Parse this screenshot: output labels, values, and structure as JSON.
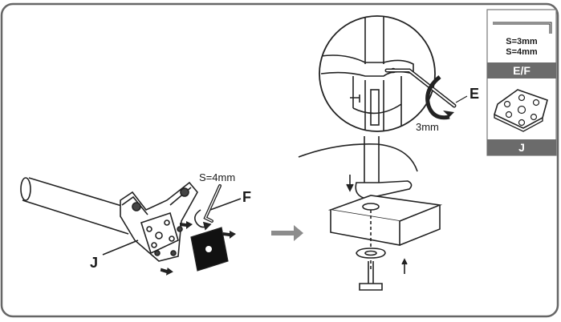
{
  "parts_panel": {
    "hex_key_sizes": [
      "S=3mm",
      "S=4mm"
    ],
    "hex_key_label": "E/F",
    "plate_label": "J"
  },
  "step_arm": {
    "label_f": "F",
    "label_j": "J",
    "key_size": "S=4mm"
  },
  "step_clamp": {
    "label_e": "E",
    "key_size": "3mm"
  },
  "colors": {
    "line": "#222222",
    "panel_bar": "#6b6b6b",
    "arrow_gray": "#8c8c8c",
    "frame": "#666666"
  }
}
